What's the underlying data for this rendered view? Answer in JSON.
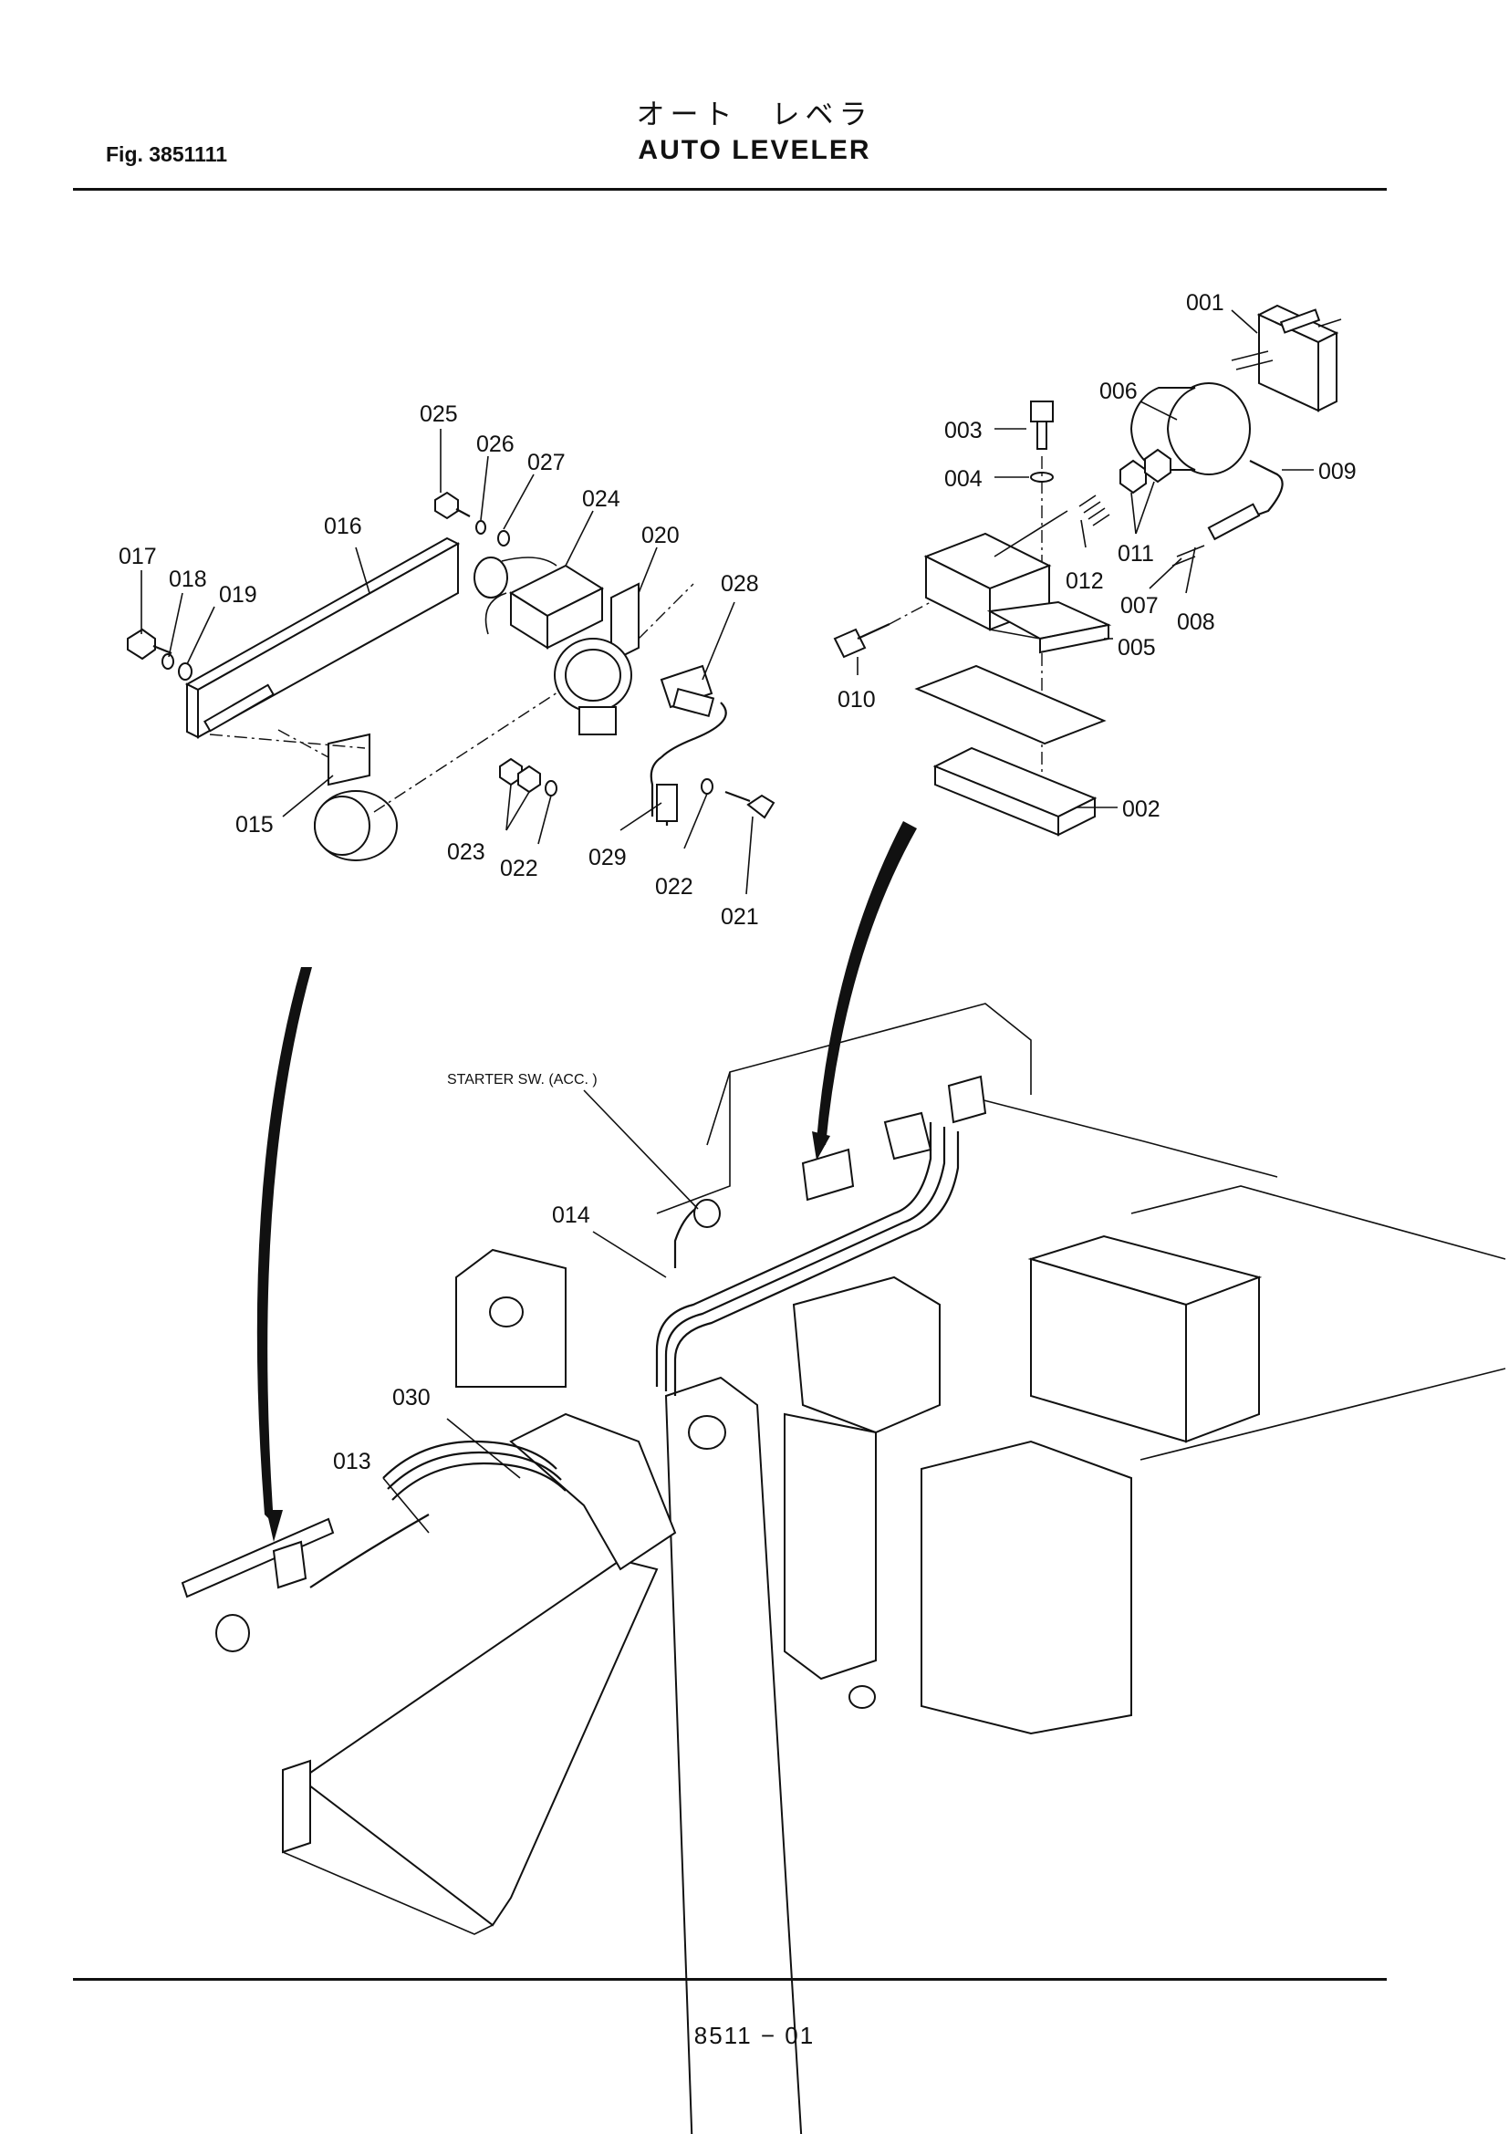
{
  "header": {
    "japanese_title": "オート　レベラ",
    "title": "AUTO  LEVELER",
    "fig_number": "Fig. 3851111"
  },
  "footer": {
    "page_number": "8511 − 01"
  },
  "callouts": {
    "p001": "001",
    "p002": "002",
    "p003": "003",
    "p004": "004",
    "p005": "005",
    "p006": "006",
    "p007": "007",
    "p008": "008",
    "p009": "009",
    "p010": "010",
    "p011": "011",
    "p012": "012",
    "p013": "013",
    "p014": "014",
    "p015": "015",
    "p016": "016",
    "p017": "017",
    "p018": "018",
    "p019": "019",
    "p020": "020",
    "p021": "021",
    "p022a": "022",
    "p022b": "022",
    "p023": "023",
    "p024": "024",
    "p025": "025",
    "p026": "026",
    "p027": "027",
    "p028": "028",
    "p029": "029",
    "p030": "030",
    "starter": "STARTER SW. (ACC. )"
  }
}
